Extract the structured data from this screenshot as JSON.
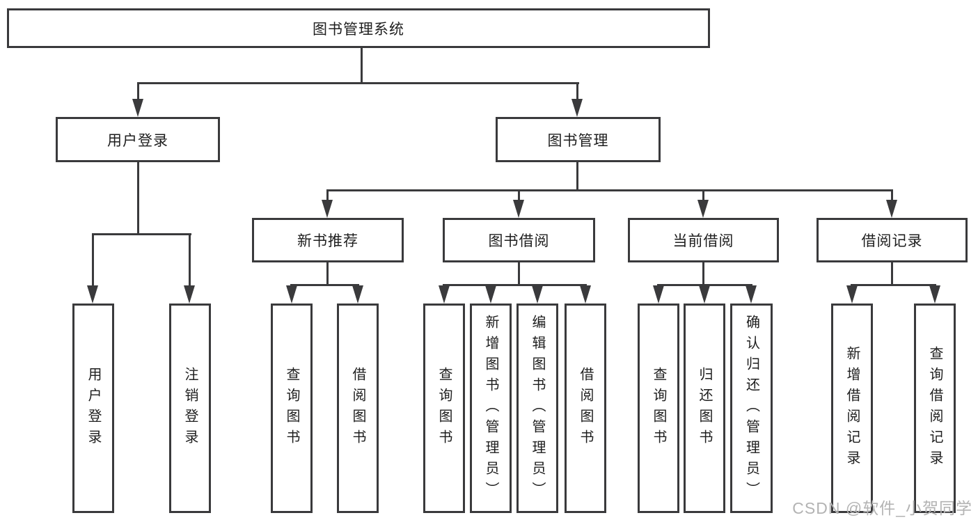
{
  "title": "图书管理系统",
  "watermark": "CSDN @软件_小贺同学",
  "colors": {
    "background": "#ffffff",
    "line": "#3a3a3c",
    "box_border": "#3a3a3c",
    "text": "#1e1e1e",
    "watermark": "#b3b3b3"
  },
  "tree": {
    "label": "图书管理系统",
    "children": [
      {
        "label": "用户登录",
        "children": [
          {
            "label": "用户登录"
          },
          {
            "label": "注销登录"
          }
        ]
      },
      {
        "label": "图书管理",
        "children": [
          {
            "label": "新书推荐",
            "children": [
              {
                "label": "查询图书"
              },
              {
                "label": "借阅图书"
              }
            ]
          },
          {
            "label": "图书借阅",
            "children": [
              {
                "label": "查询图书"
              },
              {
                "label": "新增图书（管理员）"
              },
              {
                "label": "编辑图书（管理员）"
              },
              {
                "label": "借阅图书"
              }
            ]
          },
          {
            "label": "当前借阅",
            "children": [
              {
                "label": "查询图书"
              },
              {
                "label": "归还图书"
              },
              {
                "label": "确认归还（管理员）"
              }
            ]
          },
          {
            "label": "借阅记录",
            "children": [
              {
                "label": "新增借阅记录"
              },
              {
                "label": "查询借阅记录"
              }
            ]
          }
        ]
      }
    ]
  }
}
